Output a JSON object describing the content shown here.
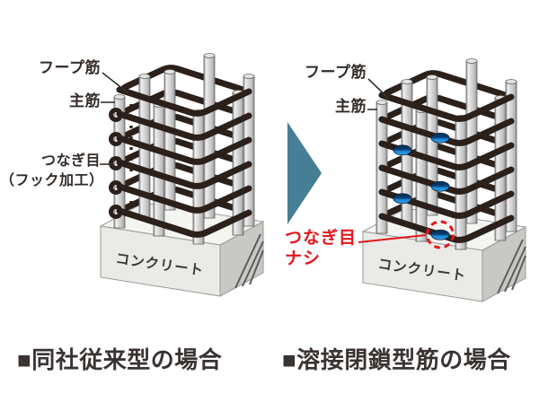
{
  "diagram": {
    "left": {
      "label_hoop": "フープ筋",
      "label_main": "主筋",
      "label_joint_line1": "つなぎ目",
      "label_joint_line2": "（フック加工）",
      "concrete": "コンクリート",
      "caption": "■同社従来型の場合"
    },
    "right": {
      "label_hoop": "フープ筋",
      "label_main": "主筋",
      "label_joint_line1": "つなぎ目",
      "label_joint_line2": "ナシ",
      "concrete": "コンクリート",
      "caption": "■溶接閉鎖型筋の場合"
    },
    "colors": {
      "arrow": "#467E96",
      "hoop": "#2B201A",
      "highlight_red": "#E5161B",
      "weld_dark": "#082B50",
      "weld_bright": "#1E86D4",
      "label_text": "#322B28",
      "caption_text": "#3A3332"
    }
  }
}
